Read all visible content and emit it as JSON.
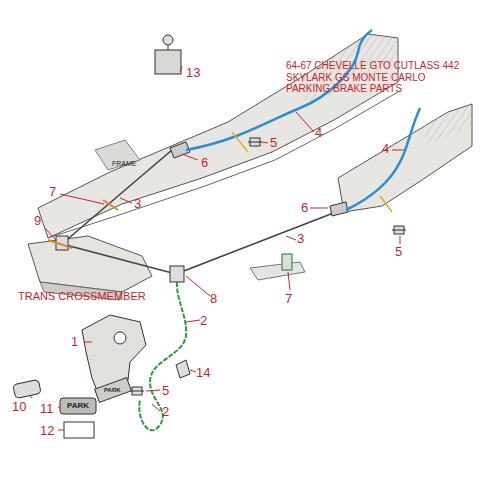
{
  "diagram": {
    "title": "64-67 CHEVELLE GTO CUTLASS 442 SKYLARK GS MONTE CARLO PARKING BRAKE PARTS",
    "labels": [
      "FRAME",
      "13",
      "4",
      "5",
      "6",
      "7",
      "3",
      "9",
      "4",
      "6",
      "5",
      "3",
      "7",
      "TRANS CROSSMEMBER",
      "8",
      "2",
      "1",
      "14",
      "10",
      "PARK",
      "5",
      "PARK",
      "11",
      "2",
      "12"
    ]
  }
}
